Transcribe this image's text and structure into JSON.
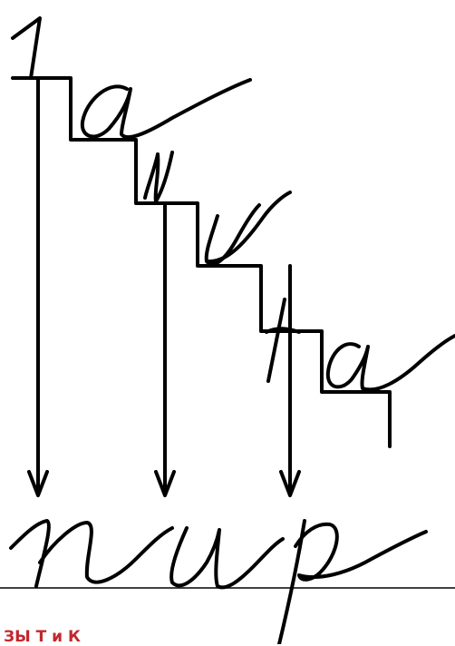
{
  "caption": "ЗЫ Т и К",
  "colors": {
    "ink": "#000000",
    "caption": "#c2272d",
    "background": "#ffffff"
  },
  "steps": [
    {
      "label": "1"
    },
    {
      "label": "а"
    },
    {
      "label": "и"
    },
    {
      "label": "и"
    },
    {
      "label": "т"
    },
    {
      "label": "а"
    }
  ],
  "result_word": "пир"
}
